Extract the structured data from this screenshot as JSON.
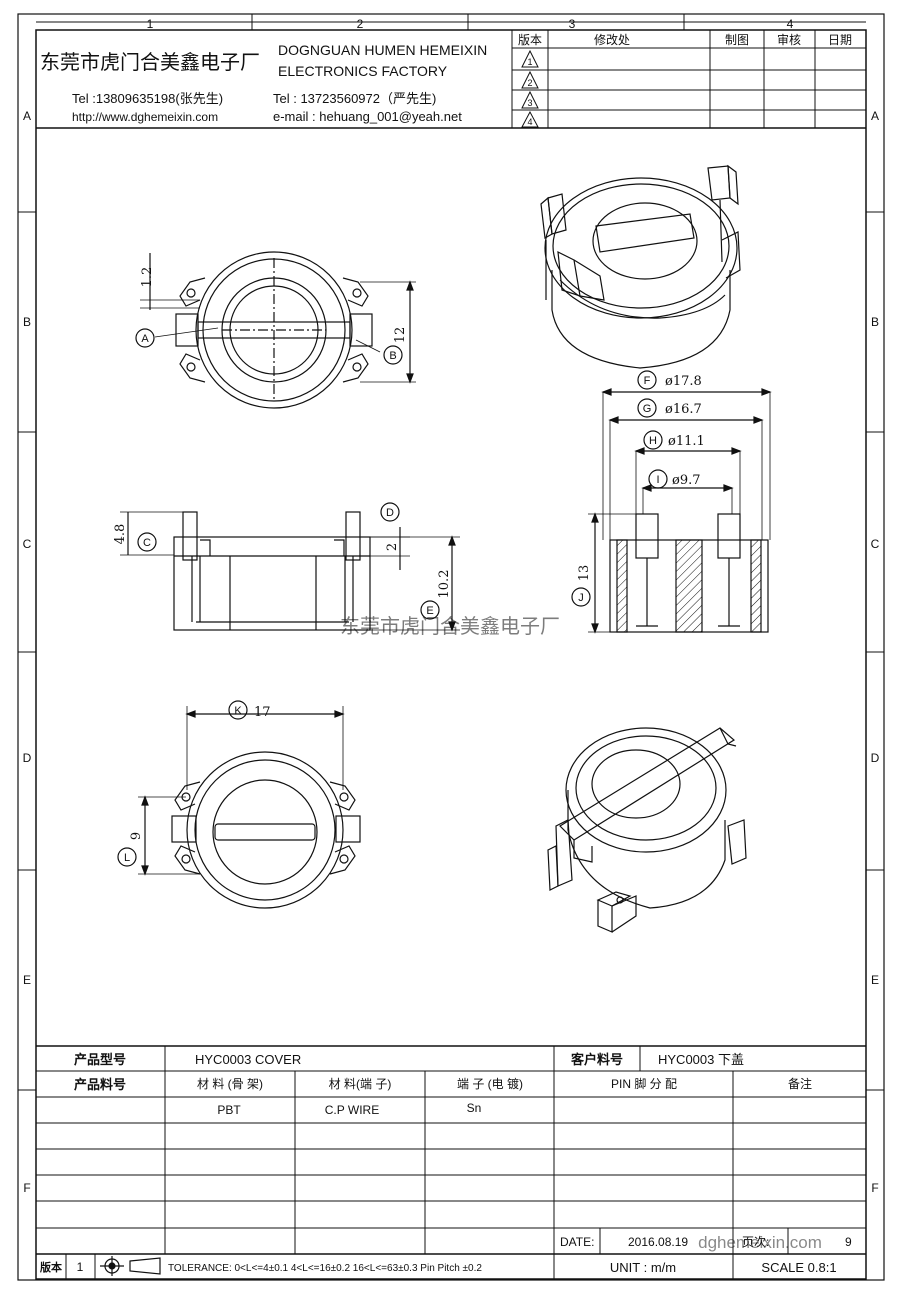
{
  "frame": {
    "col_labels": [
      "1",
      "2",
      "3",
      "4"
    ],
    "row_labels": [
      "A",
      "B",
      "C",
      "D",
      "E",
      "F"
    ]
  },
  "header": {
    "company_cn": "东莞市虎门合美鑫电子厂",
    "company_en_1": "DOGNGUAN HUMEN HEMEIXIN",
    "company_en_2": "ELECTRONICS FACTORY",
    "tel_1": "Tel :13809635198(张先生)",
    "tel_2": "Tel : 13723560972（严先生)",
    "website": "http://www.dghemeixin.com",
    "email": "e-mail : hehuang_001@yeah.net"
  },
  "revision_table": {
    "headers": [
      "版本",
      "修改处",
      "制图",
      "审核",
      "日期"
    ],
    "versions": [
      "1",
      "2",
      "3",
      "4"
    ]
  },
  "dimensions": {
    "A": "A",
    "B": "B",
    "C": "C",
    "D": "D",
    "E": "E",
    "F": "F",
    "G": "G",
    "H": "H",
    "I": "I",
    "J": "J",
    "K": "K",
    "L": "L",
    "dim_1_2": "1.2",
    "dim_12": "12",
    "dim_4_8": "4.8",
    "dim_2": "2",
    "dim_10_2": "10.2",
    "dim_13": "13",
    "dim_17_8": "ø17.8",
    "dim_16_7": "ø16.7",
    "dim_11_1": "ø11.1",
    "dim_9_7": "ø9.7",
    "dim_17": "17",
    "dim_9": "9"
  },
  "watermark": {
    "center": "东莞市虎门合美鑫电子厂",
    "corner": "dghemeixin.com"
  },
  "title_block": {
    "product_model_label": "产品型号",
    "product_model_value": "HYC0003 COVER",
    "customer_part_label": "客户料号",
    "customer_part_value": "HYC0003 下盖",
    "product_part_label": "产品料号",
    "material_bobbin_label": "材 料 (骨 架)",
    "material_pin_label": "材 料(端 子)",
    "plating_label": "端 子 (电 镀)",
    "pin_label": "PIN 脚 分 配",
    "remark_label": "备注",
    "material_bobbin_value": "PBT",
    "material_pin_value": "C.P WIRE",
    "plating_value": "Sn",
    "date_label": "DATE:",
    "date_value": "2016.08.19",
    "sheet_label": "页次:",
    "sheet_value": "9",
    "version_label": "版本",
    "version_value": "1",
    "tolerance": "TOLERANCE:  0<L<=4±0.1  4<L<=16±0.2  16<L<=63±0.3  Pin Pitch  ±0.2",
    "unit": "UNIT : m/m",
    "scale": "SCALE  0.8:1"
  }
}
